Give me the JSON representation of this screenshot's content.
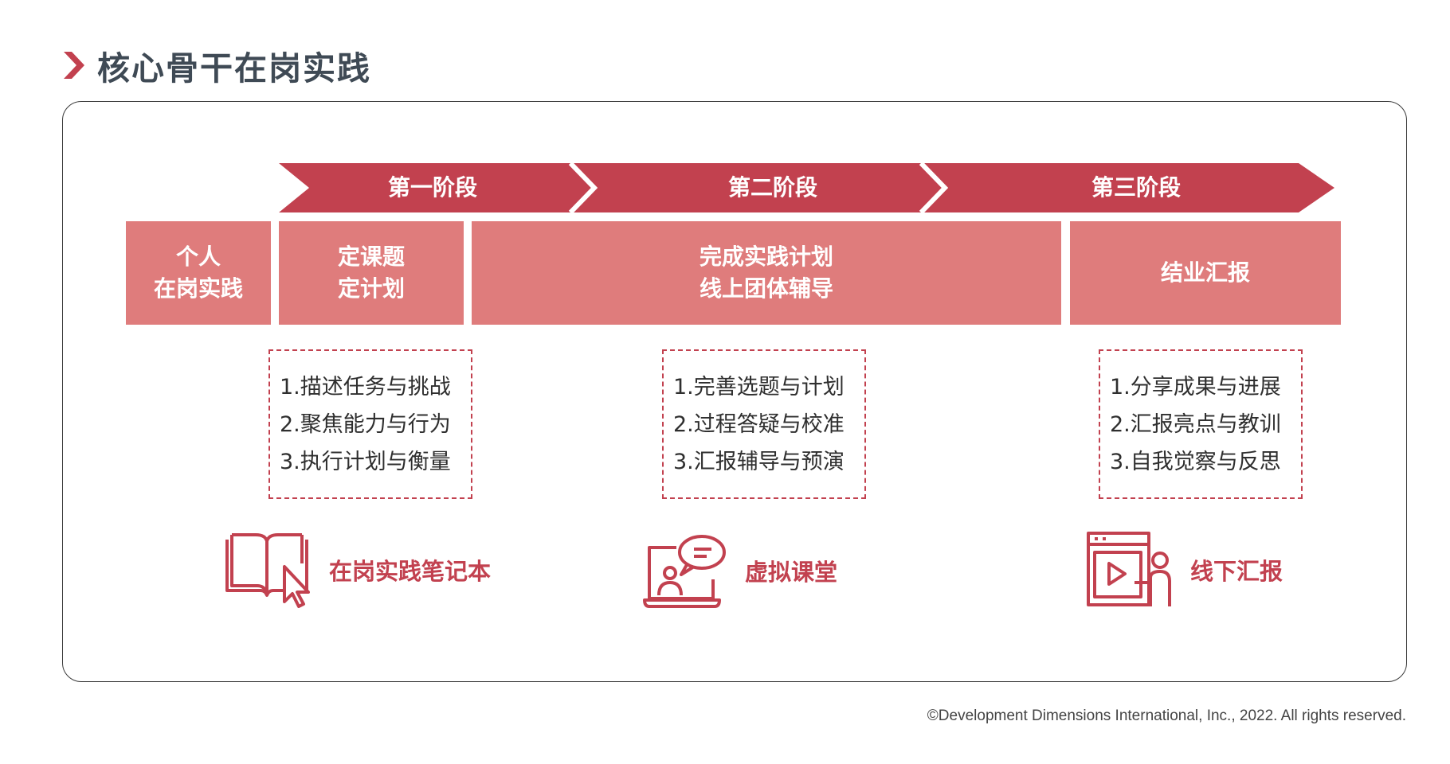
{
  "page_title": "核心骨干在岗实践",
  "stages": [
    "第一阶段",
    "第二阶段",
    "第三阶段"
  ],
  "blocks": {
    "individual": [
      "个人",
      "在岗实践"
    ],
    "topic": [
      "定课题",
      "定计划"
    ],
    "practice": [
      "完成实践计划",
      "线上团体辅导"
    ],
    "report": [
      "结业汇报"
    ]
  },
  "task_lists": [
    [
      "1.描述任务与挑战",
      "2.聚焦能力与行为",
      "3.执行计划与衡量"
    ],
    [
      "1.完善选题与计划",
      "2.过程答疑与校准",
      "3.汇报辅导与预演"
    ],
    [
      "1.分享成果与进展",
      "2.汇报亮点与教训",
      "3.自我觉察与反思"
    ]
  ],
  "tools": [
    {
      "icon": "notebook-cursor-icon",
      "label": "在岗实践笔记本"
    },
    {
      "icon": "virtual-classroom-icon",
      "label": "虚拟课堂"
    },
    {
      "icon": "offline-presentation-icon",
      "label": "线下汇报"
    }
  ],
  "copyright": "©Development Dimensions International, Inc., 2022. All rights reserved.",
  "colors": {
    "accent": "#c2414f",
    "block": "#df7c7c",
    "title": "#3f4a55"
  }
}
